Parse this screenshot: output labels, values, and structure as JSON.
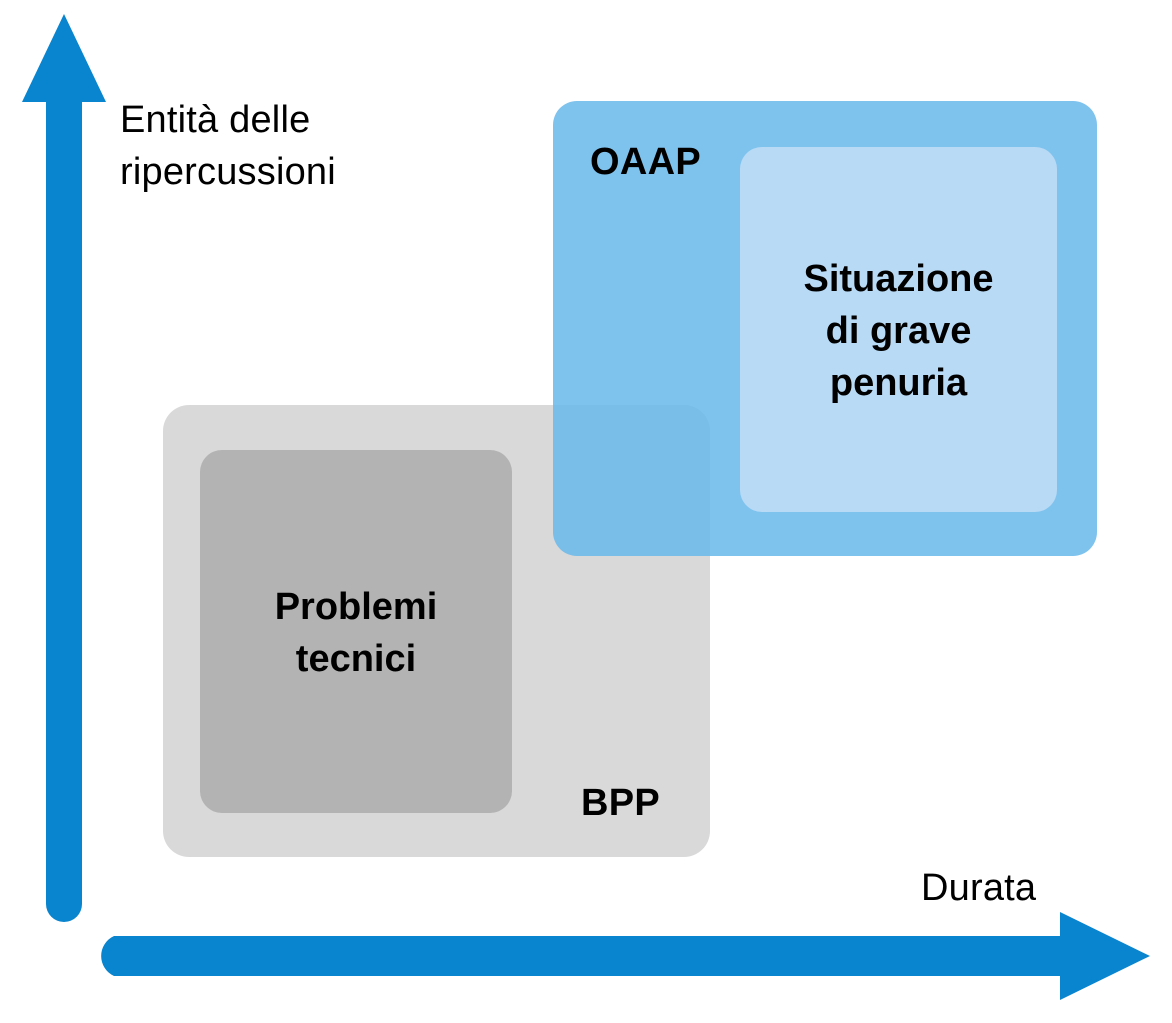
{
  "diagram": {
    "title": "Entità delle ripercussioni vs Durata",
    "background_color": "#ffffff",
    "axes": {
      "y": {
        "label": "Entità delle\nripercussioni",
        "icon": "up-arrow-icon",
        "color": "#0984ce",
        "direction": "up"
      },
      "x": {
        "label": "Durata",
        "icon": "right-arrow-icon",
        "color": "#0984ce",
        "direction": "right"
      }
    },
    "groups": [
      {
        "id": "bpp",
        "outer_label": "BPP",
        "outer_color": "#d9d9d9",
        "inner_label": "Problemi\ntecnici",
        "inner_color": "#b3b3b3"
      },
      {
        "id": "oaap",
        "outer_label": "OAAP",
        "outer_color": "#7dbdea",
        "inner_label": "Situazione\ndi grave\npenuria",
        "inner_color": "#b8daf5"
      }
    ],
    "overlap_color": "#6aa5ce"
  },
  "chart_data": {
    "type": "diagram",
    "title": "Entità delle ripercussioni / Durata",
    "xlabel": "Durata",
    "ylabel": "Entità delle ripercussioni",
    "regions": [
      {
        "name": "BPP",
        "inner_name": "Problemi tecnici",
        "x_extent": [
          163,
          710
        ],
        "y_extent": [
          405,
          857
        ],
        "color": "#d9d9d9",
        "inner_color": "#b3b3b3"
      },
      {
        "name": "OAAP",
        "inner_name": "Situazione di grave penuria",
        "x_extent": [
          553,
          1097
        ],
        "y_extent": [
          101,
          556
        ],
        "color": "#7dbdea",
        "inner_color": "#b8daf5"
      }
    ],
    "legend": [],
    "grid": false
  }
}
